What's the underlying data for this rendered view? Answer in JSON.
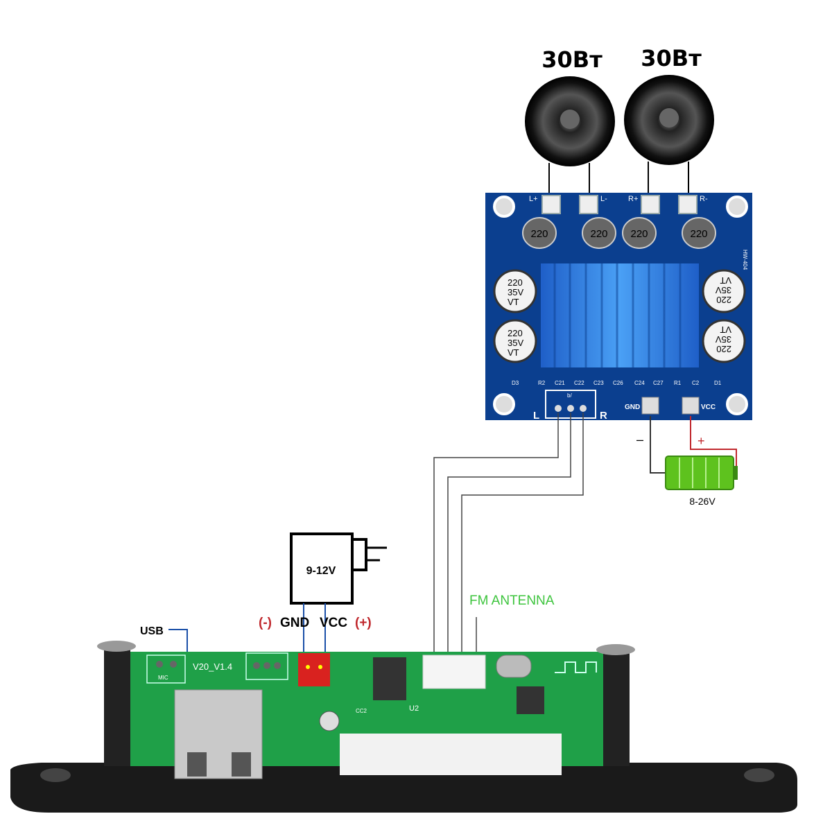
{
  "speakers": [
    {
      "power_label": "30Вт",
      "terminals": [
        "L+",
        "L-"
      ]
    },
    {
      "power_label": "30Вт",
      "terminals": [
        "R+",
        "R-"
      ]
    }
  ],
  "amp_board": {
    "model": "HW-404",
    "inductor_value": "220",
    "capacitor_lines": [
      "220",
      "35V",
      "VT"
    ],
    "input_header": "b/",
    "input_left": "L",
    "input_right": "R",
    "gnd_label": "GND",
    "vcc_label": "VCC",
    "components": [
      "D3",
      "R2",
      "C21",
      "C22",
      "C23",
      "C26",
      "C24",
      "C27",
      "R1",
      "C2",
      "D1"
    ]
  },
  "battery": {
    "minus": "–",
    "plus": "+",
    "voltage": "8-26V",
    "color": "#5ec21e"
  },
  "adapter": {
    "voltage": "9-12V"
  },
  "power_input": {
    "minus": "(-)",
    "gnd": "GND",
    "vcc": "VCC",
    "plus": "(+)",
    "accent": "#c0282d"
  },
  "usb_label": "USB",
  "fm_antenna": {
    "label": "FM ANTENNA",
    "color": "#3dc43d"
  },
  "mp3_board": {
    "version": "V20_V1.4",
    "u2": "U2",
    "cc2": "CC2",
    "mic": "MIC"
  },
  "colors": {
    "pcb_blue": "#0b3f8f",
    "pcb_green": "#1fa048",
    "heatsink": "#3d8ee8"
  }
}
